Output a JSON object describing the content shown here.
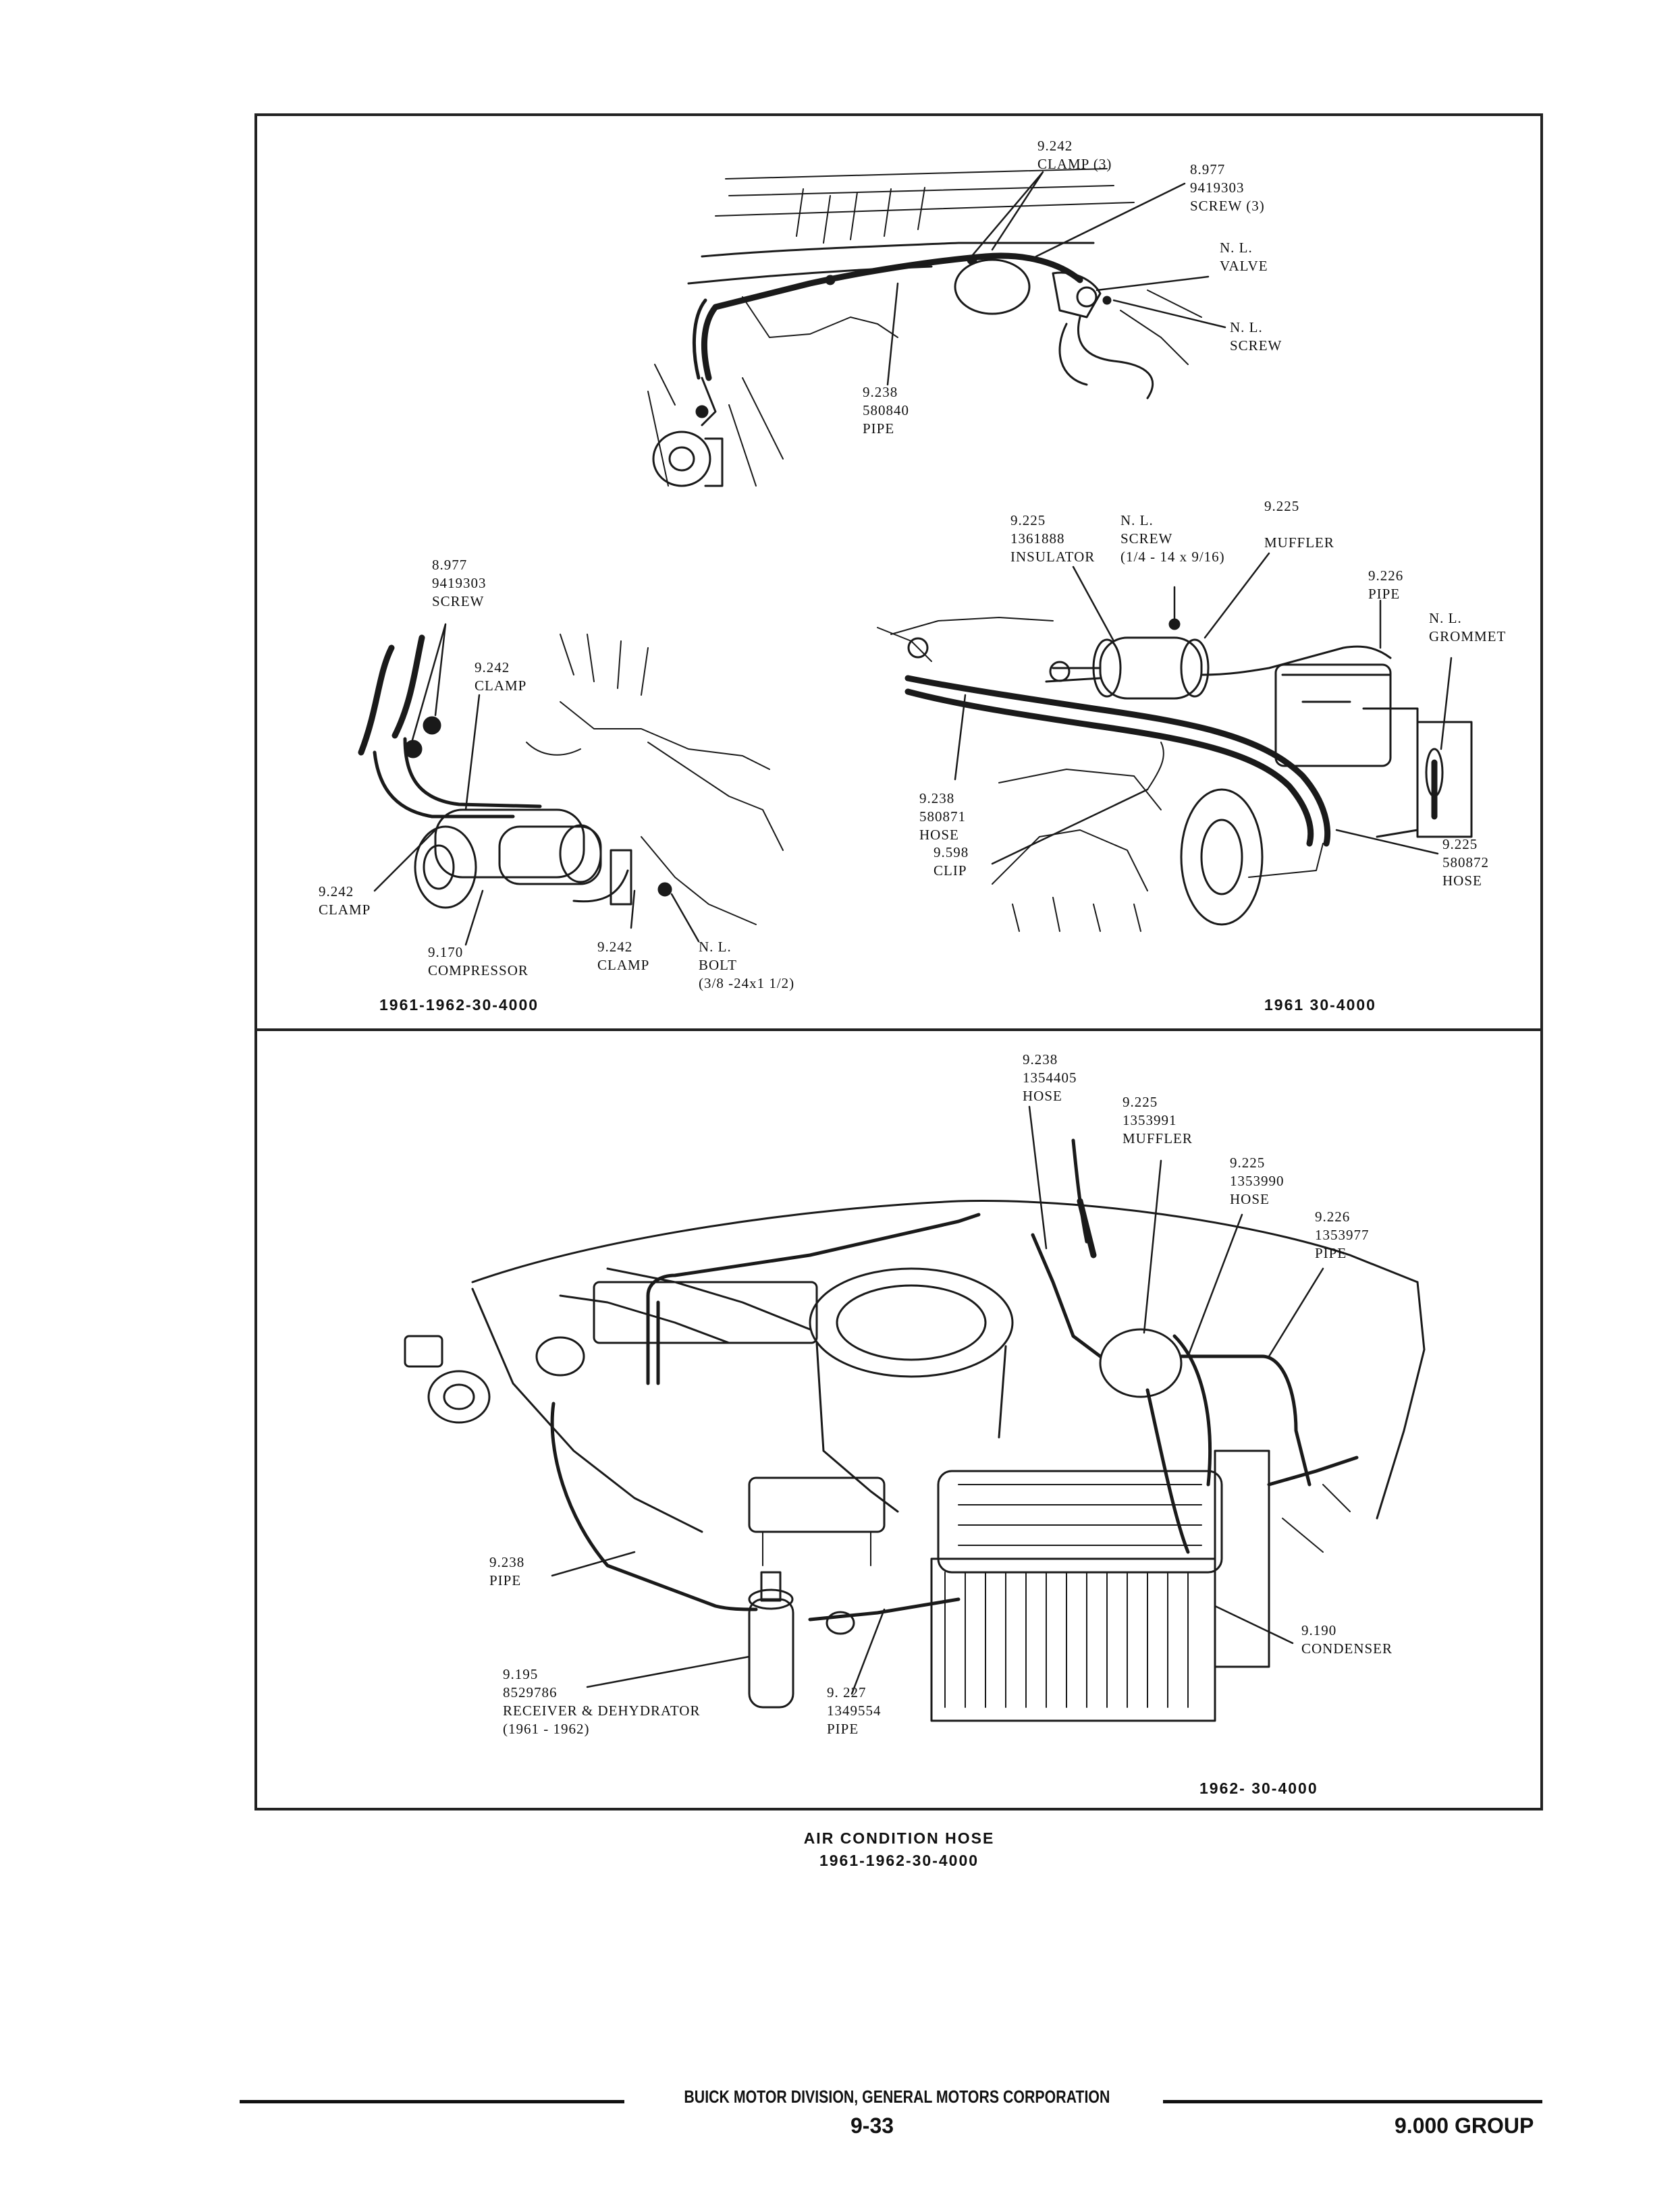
{
  "diagrams": {
    "top": {
      "labels": {
        "clamp3": "9.242\nCLAMP (3)",
        "screw3": "8.977\n9419303\nSCREW (3)",
        "valve": "N. L.\nVALVE",
        "nlscrew": "N. L.\nSCREW",
        "pipe": "9.238\n580840\nPIPE"
      }
    },
    "left": {
      "caption": "1961-1962-30-4000",
      "labels": {
        "screw": "8.977\n9419303\nSCREW",
        "clamp_top": "9.242\nCLAMP",
        "clamp_left": "9.242\nCLAMP",
        "compressor": "9.170\nCOMPRESSOR",
        "clamp_bottom": "9.242\nCLAMP",
        "bolt": "N. L.\nBOLT\n(3/8 -24x1 1/2)"
      }
    },
    "right": {
      "caption": "1961 30-4000",
      "labels": {
        "insulator": "9.225\n1361888\nINSULATOR",
        "screw": "N. L.\nSCREW\n(1/4 - 14 x 9/16)",
        "muffler": "9.225\n\nMUFFLER",
        "pipe": "9.226\nPIPE",
        "grommet": "N. L.\nGROMMET",
        "hose_left": "9.238\n580871\nHOSE",
        "clip": "9.598\nCLIP",
        "hose_right": "9.225\n580872\nHOSE"
      }
    },
    "bottom": {
      "caption": "1962- 30-4000",
      "labels": {
        "hose_top": "9.238\n1354405\nHOSE",
        "muffler": "9.225\n1353991\nMUFFLER",
        "hose": "9.225\n1353990\nHOSE",
        "pipe_right": "9.226\n1353977\nPIPE",
        "pipe_left": "9.238\nPIPE",
        "receiver": "9.195\n8529786\nRECEIVER & DEHYDRATOR\n(1961 - 1962)",
        "pipe_bottom": "9. 227\n1349554\nPIPE",
        "condenser": "9.190\nCONDENSER"
      }
    }
  },
  "figure_title": "AIR CONDITION HOSE\n1961-1962-30-4000",
  "footer": {
    "company": "BUICK MOTOR DIVISION, GENERAL MOTORS CORPORATION",
    "page_number": "9-33",
    "group": "9.000 GROUP"
  }
}
